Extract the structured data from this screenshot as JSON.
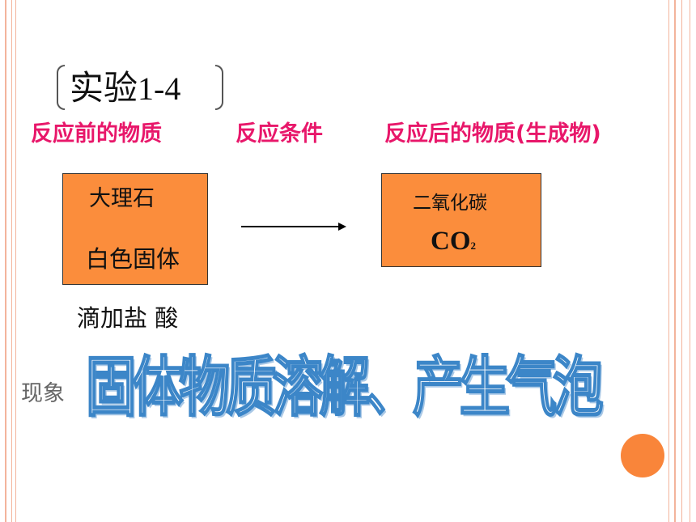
{
  "slide": {
    "title_cn": "实验",
    "title_num": "1-4",
    "headers": {
      "before": "反应前的物质",
      "condition": "反应条件",
      "after": "反应后的物质(生成物)"
    },
    "reactant": {
      "name": "大理石",
      "state": "白色固体"
    },
    "product": {
      "name": "二氧化碳",
      "formula_main": "CO",
      "formula_sub": "2"
    },
    "reagent": "滴加盐 酸",
    "phenomenon_label": "现象",
    "phenomenon_text": "固体物质溶解、产生气泡",
    "colors": {
      "header": "#e8176a",
      "box_fill": "#fb8d3c",
      "border_lines": "#f3b49c",
      "phenomenon_outline": "#3c86c8",
      "circle": "#f9853a"
    }
  }
}
